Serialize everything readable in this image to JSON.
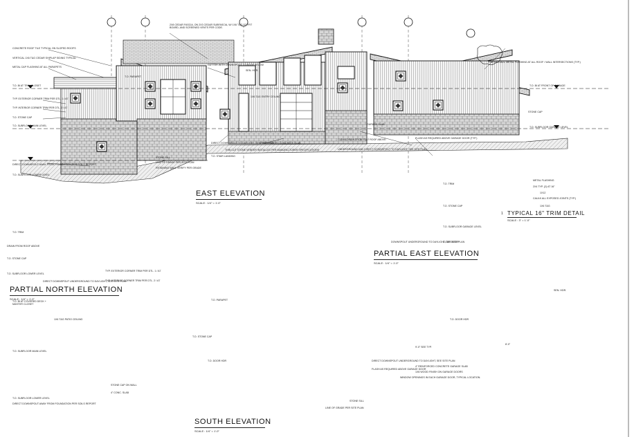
{
  "titles": {
    "east": "EAST ELEVATION",
    "east_scale": "SCALE : 1/4\" = 1'-0\"",
    "partial_north": "PARTIAL NORTH ELEVATION",
    "partial_north_scale": "SCALE : 1/4\" = 1'-0\"",
    "partial_east": "PARTIAL EAST ELEVATION",
    "partial_east_scale": "SCALE : 1/4\" = 1'-0\"",
    "south": "SOUTH ELEVATION",
    "south_scale": "SCALE : 1/4\" = 1'-0\"",
    "trim_detail": "TYPICAL 16\" TRIM DETAIL",
    "trim_detail_scale": "SCALE : 3\" = 1'-0\"",
    "trim_detail_number": "1"
  },
  "levels": {
    "t_o_parapet": "T.O. PARAPET",
    "t_o_trim_closet": "T.O. BI AT TRIM CLOSET",
    "t_o_stone_cap": "T.O. STONE CAP",
    "t_o_subfloor_main": "T.O. SUBFLOOR MAIN LEVEL",
    "t_o_subfloor_lower": "T.O. SUBFLOOR LOWER LEVEL",
    "t_o_stair_landing": "T.O. STAIR LANDING",
    "t_o_garage": "T.O. BI AT FRONT OF GARAGE",
    "t_o_door_hdr": "T.O. DOOR HDR",
    "t_o_subfloor_garage": "T.O. SUBFLOOR GARAGE LEVEL",
    "t_o_covered_deck": "T.O. BI AT COVERED DECK + MASTER CLOSET",
    "t_o_trim": "T.O. TRIM",
    "garage_slab": "GARAGE SLAB"
  },
  "notes_east": [
    "CONCRETE ROOF TILE TYPICAL ON SLOPED ROOFS",
    "VERTICAL 1X6 T&G CEDAR SHIPLAP SIDING TYPICAL",
    "METAL CAP FLASHING AT ALL PARAPETS",
    "TYP. EXTERIOR CORNER TRIM PER DTL. 1 / A7",
    "TYP. INTERIOR CORNER TRIM PER DTL. 2 / A7",
    "T.O. STONE CAP",
    "DIRECT DOWNSPOUT AWAY FROM FOUNDATION PER SOILS REPORT",
    "2X8 CEDAR FASCIA, ON 2X3 CEDAR SUBFASCIA, W/ 1X6 T&G SOFFIT BOARD, AND SCREENED VENTS PER CODE.",
    "GUTTER WITH DOWNSPOUT TO ROOF BELOW",
    "1X6 T&G ENTRY CEILING",
    "DIRECT DOWNSPOUT TO DAYLIGHT, SEE SITE PLAN",
    "4\" REINFORCED CONCRETE SLAB",
    "THIN CUT STONE VENEER INSTALLED PER MANUFACTURER SPECIFICATIONS",
    "STONE SILL",
    "LINE OF GRADE PER SITE PLAN",
    "RETAINING WALL VERIFY PER GRADE",
    "CLEAN DRAIN FROM FLAT ROOF ABOVE",
    "UNDERGROUND AND DIRECT DOWNSPOUT TO DAYLIGHT, SEE SITE PLAN",
    "FLASH AS REQUIRED ABOVE GARAGE DOOR (TYP.)",
    "PREFAB GALV. METAL FLASHING AT ALL ROOF / WALL INTERSECTIONS (TYP.)",
    "SEN. HDR.",
    "STONE CAP"
  ],
  "notes_south": [
    "TYP. EXTERIOR CORNER TRIM PER DTL. 1 / A7",
    "TYP. INTERIOR CORNER TRIM PER DTL. 2 / A7",
    "1X6 T&G PATIO CEILING",
    "STONE CAP ON WALL",
    "4\" CONC. SLAB",
    "DIRECT DOWNSPOUT AWAY FROM FOUNDATION PER SOILS REPORT",
    "DIRECT DOWNSPOUT UNDERGROUND TO DAYLIGHT, SEE SITE PLAN",
    "FLASH AS REQUIRED ABOVE GARAGE DOOR",
    "4\" REINFORCED CONCRETE GARAGE SLAB",
    "1X6 WOOD FINISH ON GARAGE DOORS",
    "WINDOW OPENINGS IN EACH GARAGE DOOR, TYPICAL LOCATION.",
    "STONE SILL",
    "LINE OF GRADE PER SITE PLAN",
    "9'-0\" SEE TYP.",
    "8'-0\"",
    "SEN. HDR."
  ],
  "notes_trim": [
    "METAL FLASHING",
    "2X4 TYP. (2) AT 16\"",
    "1X12",
    "CAULK ALL EXPOSED JOINTS (TYP.)",
    "1X6 T&G"
  ],
  "notes_partial": [
    "T.O. TRIM",
    "DRAIN FROM ROOF ABOVE",
    "T.O. STONE CAP",
    "T.O. SUBFLOOR LOWER LEVEL",
    "DIRECT DOWNSPOUT UNDERGROUND TO DAYLIGHT, SEE SITE PLAN",
    "DOWNSPOUT UNDERGROUND TO DAYLIGHT, SEE SITE PLAN",
    "2-CAR DOOR",
    "T.O. STONE CAP"
  ],
  "colors": {
    "ink": "#1a1a1a",
    "roof_fill": "#e6e6e6",
    "stone_fill": "#d2d2d2",
    "siding_fill": "#f3f3f3"
  }
}
